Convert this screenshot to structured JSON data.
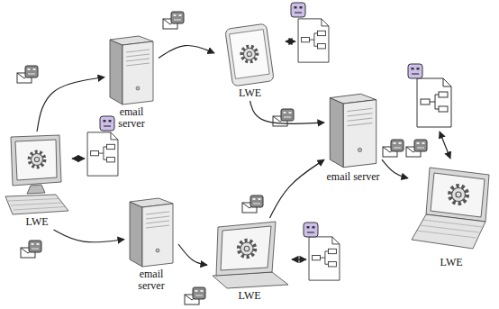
{
  "diagram": {
    "nodes": [
      {
        "text": [
          "email server"
        ]
      },
      {
        "text": [
          "LWE"
        ]
      },
      {
        "text": [
          "LWE"
        ]
      },
      {
        "text": [
          "email server"
        ]
      },
      {
        "text": [
          "LWE"
        ]
      },
      {
        "text": [
          "email server"
        ]
      },
      {
        "text": [
          "LWE"
        ]
      }
    ],
    "edges": [
      {
        "from": 2,
        "to": 0,
        "arrow": "to"
      },
      {
        "from": 0,
        "to": 1,
        "arrow": "to"
      },
      {
        "from": 1,
        "to": 3,
        "arrow": "to"
      },
      {
        "from": 2,
        "to": 5,
        "arrow": "to"
      },
      {
        "from": 5,
        "to": 6,
        "arrow": "to"
      },
      {
        "from": 6,
        "to": 3,
        "arrow": "to"
      },
      {
        "from": 3,
        "to": 4,
        "arrow": "to"
      }
    ]
  }
}
